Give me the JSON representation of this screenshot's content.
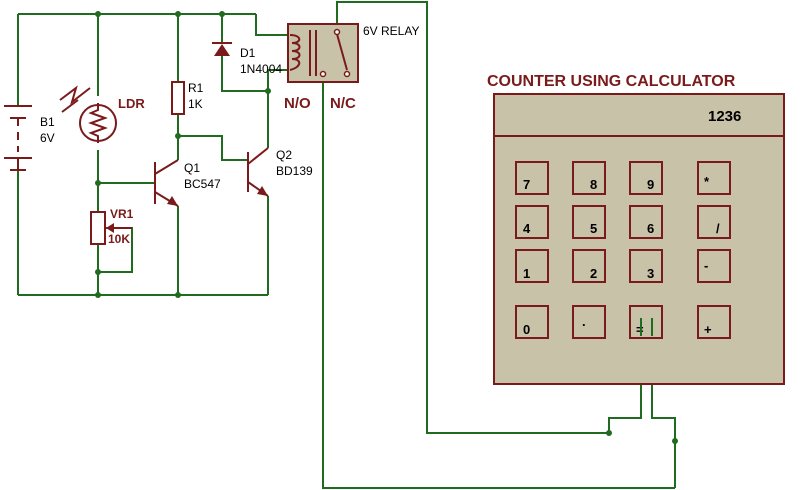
{
  "components": {
    "battery": {
      "ref": "B1",
      "value": "6V"
    },
    "ldr": {
      "ref": "LDR"
    },
    "vr1": {
      "ref": "VR1",
      "value": "10K"
    },
    "r1": {
      "ref": "R1",
      "value": "1K"
    },
    "d1": {
      "ref": "D1",
      "value": "1N4004"
    },
    "q1": {
      "ref": "Q1",
      "value": "BC547"
    },
    "q2": {
      "ref": "Q2",
      "value": "BD139"
    },
    "relay": {
      "label": "6V RELAY",
      "no": "N/O",
      "nc": "N/C"
    }
  },
  "calculator": {
    "title": "COUNTER USING CALCULATOR",
    "display": "1236",
    "keys": [
      "7",
      "8",
      "9",
      "*",
      "4",
      "5",
      "6",
      "/",
      "1",
      "2",
      "3",
      "-",
      "0",
      ".",
      "=",
      "+"
    ]
  },
  "colors": {
    "wire": "#1f6b1f",
    "component": "#7a1a1a",
    "calc_body": "#c8c2a8"
  }
}
